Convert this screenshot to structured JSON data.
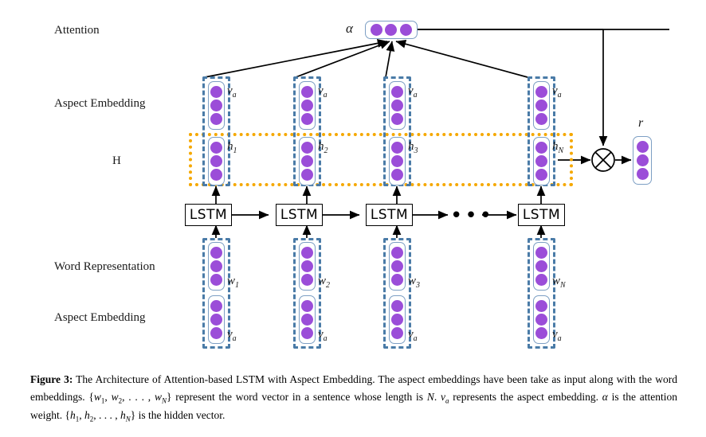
{
  "figure": {
    "number_label": "Figure 3:",
    "caption_text": " The Architecture of Attention-based LSTM with Aspect Embedding. The aspect embeddings have been take as input along with the word embeddings. {w1, w2, . . . , wN} represent the word vector in a sentence whose length is N. va represents the aspect embedding. α is the attention weight. {h1, h2, . . . , hN} is the hidden vector."
  },
  "row_labels": {
    "attention": "Attention",
    "aspect_embedding_top": "Aspect Embedding",
    "hidden": "H",
    "word_representation": "Word Representation",
    "aspect_embedding_bottom": "Aspect Embedding"
  },
  "attention": {
    "symbol": "α",
    "vector_size": 3
  },
  "output": {
    "symbol": "r",
    "vector_size": 3
  },
  "operator": {
    "symbol": "multiply",
    "glyph": "⊗"
  },
  "vector_size": 3,
  "columns": [
    {
      "index": 1,
      "aspect_top_label": "v",
      "aspect_top_sub": "a",
      "hidden_label": "h",
      "hidden_sub": "1",
      "lstm_label": "LSTM",
      "word_label": "w",
      "word_sub": "1",
      "aspect_bottom_label": "v",
      "aspect_bottom_sub": "a"
    },
    {
      "index": 2,
      "aspect_top_label": "v",
      "aspect_top_sub": "a",
      "hidden_label": "h",
      "hidden_sub": "2",
      "lstm_label": "LSTM",
      "word_label": "w",
      "word_sub": "2",
      "aspect_bottom_label": "v",
      "aspect_bottom_sub": "a"
    },
    {
      "index": 3,
      "aspect_top_label": "v",
      "aspect_top_sub": "a",
      "hidden_label": "h",
      "hidden_sub": "3",
      "lstm_label": "LSTM",
      "word_label": "w",
      "word_sub": "3",
      "aspect_bottom_label": "v",
      "aspect_bottom_sub": "a"
    },
    {
      "index": 4,
      "aspect_top_label": "v",
      "aspect_top_sub": "a",
      "hidden_label": "h",
      "hidden_sub": "N",
      "lstm_label": "LSTM",
      "word_label": "w",
      "word_sub": "N",
      "aspect_bottom_label": "v",
      "aspect_bottom_sub": "a"
    }
  ],
  "sequence_ellipsis": "•••",
  "colors": {
    "node_purple": "#9b4dd8",
    "vector_border_blue": "#7d9fc4",
    "group_dashed_blue": "#4a7ba7",
    "h_band_orange": "#f5a800",
    "wire_black": "#000000",
    "background": "#ffffff"
  }
}
